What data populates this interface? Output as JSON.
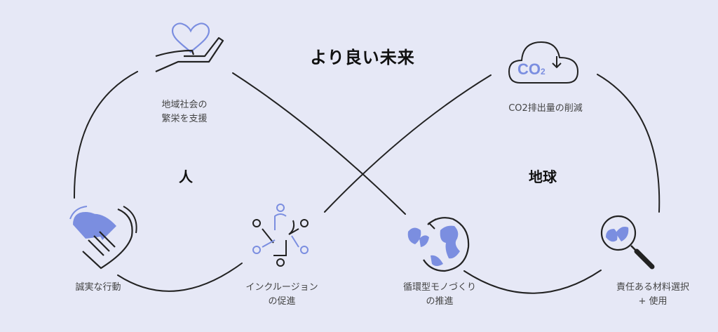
{
  "title": "より良い未来",
  "sections": {
    "left": "人",
    "right": "地球"
  },
  "items": [
    {
      "lines": [
        "地域社会の",
        "繁栄を支援"
      ],
      "icon": "heart-hand-icon"
    },
    {
      "lines": [
        "誠実な行動"
      ],
      "icon": "handshake-heart-icon"
    },
    {
      "lines": [
        "インクルージョン",
        "の促進"
      ],
      "icon": "inclusion-people-icon"
    },
    {
      "lines": [
        "CO2排出量の削減"
      ],
      "icon": "co2-cloud-icon",
      "icon_text": "CO",
      "icon_sub": "2"
    },
    {
      "lines": [
        "循環型モノづくり",
        "の推進"
      ],
      "icon": "recycle-globe-icon"
    },
    {
      "lines": [
        "責任ある材料選択",
        "+ 使用"
      ],
      "icon": "magnifier-leaf-icon"
    }
  ],
  "colors": {
    "background": "#e6e8f6",
    "accent": "#7b8ee0",
    "line": "#222222"
  }
}
